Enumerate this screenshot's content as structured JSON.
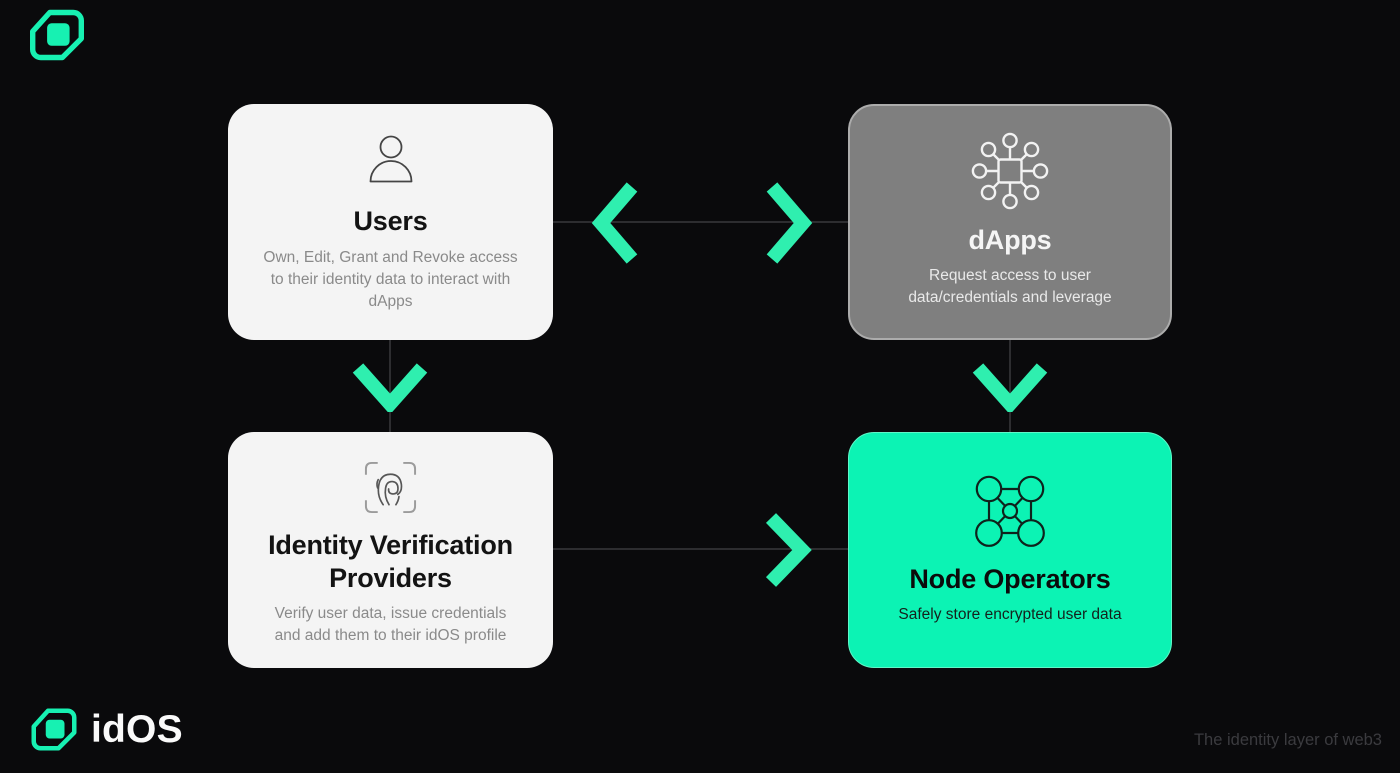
{
  "colors": {
    "background": "#0A0A0C",
    "accent": "#0CF3B4",
    "chevron": "#2FEFAF",
    "light_box": "#F4F4F4",
    "gray_box": "#7F7F7F",
    "gray_box_border": "#ACACAC",
    "connector_line": "#2D2D30",
    "muted_text": "#8A8A8A",
    "dapps_text": "#E9E9E9",
    "title_dark": "#131313",
    "logo_green": "#17F1B2",
    "tagline_text": "#3B3B3F"
  },
  "diagram": {
    "users": {
      "title": "Users",
      "description": "Own, Edit, Grant and Revoke access\nto their identity data to interact with\ndApps",
      "icon": "user-icon"
    },
    "dapps": {
      "title": "dApps",
      "description": "Request access to user\ndata/credentials and leverage",
      "icon": "network-hub-icon"
    },
    "ivps": {
      "title": "Identity Verification\nProviders",
      "description": "Verify user data, issue credentials\nand add them to their idOS profile",
      "icon": "fingerprint-scan-icon"
    },
    "nodes": {
      "title": "Node Operators",
      "description": "Safely store encrypted user data",
      "icon": "node-network-icon"
    },
    "connections": [
      {
        "from": "Users",
        "to": "dApps",
        "type": "bidirectional-horizontal"
      },
      {
        "from": "Users",
        "to": "Identity Verification Providers",
        "type": "down"
      },
      {
        "from": "dApps",
        "to": "Node Operators",
        "type": "down"
      },
      {
        "from": "Identity Verification Providers",
        "to": "Node Operators",
        "type": "right"
      }
    ]
  },
  "footer": {
    "logo_text": "idOS",
    "tagline": "The identity layer of web3"
  }
}
